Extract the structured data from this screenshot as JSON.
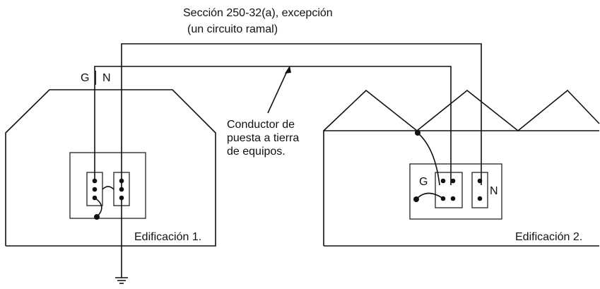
{
  "title": {
    "line1": "Sección 250-32(a), excepción",
    "line2": "(un circuito ramal)"
  },
  "conductor_labels": {
    "ground": "G",
    "neutral": "N"
  },
  "annotation": {
    "line1": "Conductor de",
    "line2": "puesta a tierra",
    "line3": "de equipos."
  },
  "building1": {
    "label": "Edificación 1."
  },
  "building2": {
    "label": "Edificación 2.",
    "ground_label": "G",
    "neutral_label": "N"
  }
}
